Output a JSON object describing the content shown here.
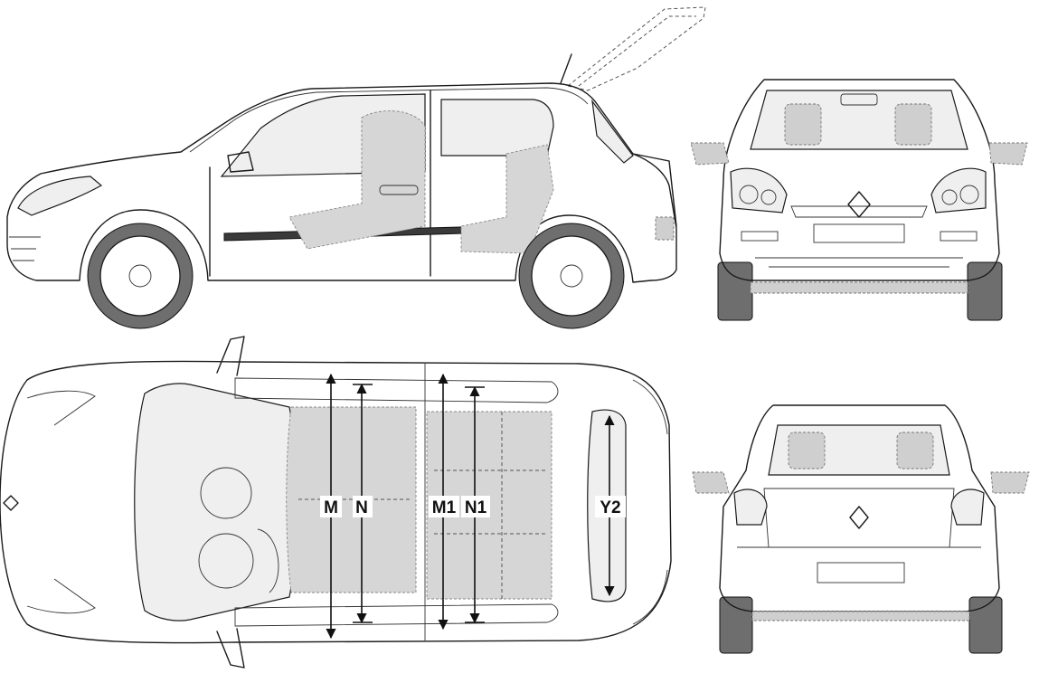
{
  "dimension_labels": {
    "M": "M",
    "N": "N",
    "M1": "M1",
    "N1": "N1",
    "Y2": "Y2"
  },
  "views": [
    "side",
    "front",
    "top",
    "rear"
  ],
  "colors": {
    "line": "#1a1a1a",
    "seat_fill": "#d6d6d6",
    "glass": "#efefef",
    "tire": "#6e6e6e"
  }
}
